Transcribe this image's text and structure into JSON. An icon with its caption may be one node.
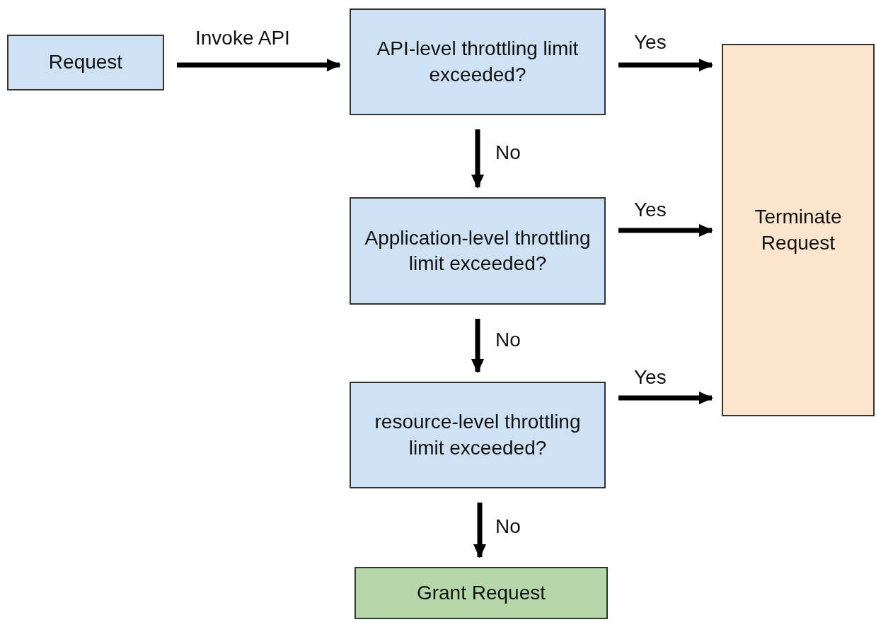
{
  "diagram": {
    "nodes": [
      {
        "text": [
          "Request"
        ]
      },
      {
        "text": [
          "API-level throttling limit exceeded?"
        ]
      },
      {
        "text": [
          "Application-level throttling limit exceeded?"
        ]
      },
      {
        "text": [
          "resource-level throttling limit exceeded?"
        ]
      },
      {
        "text": [
          "Grant Request"
        ]
      },
      {
        "text": [
          "Terminate Request"
        ]
      }
    ],
    "edges": [
      {
        "from": 0,
        "to": 1,
        "arrow": "to",
        "label": "Invoke API"
      },
      {
        "from": 1,
        "to": 5,
        "arrow": "to",
        "label": "Yes"
      },
      {
        "from": 1,
        "to": 2,
        "arrow": "to",
        "label": "No"
      },
      {
        "from": 2,
        "to": 5,
        "arrow": "to",
        "label": "Yes"
      },
      {
        "from": 2,
        "to": 3,
        "arrow": "to",
        "label": "No"
      },
      {
        "from": 3,
        "to": 5,
        "arrow": "to",
        "label": "Yes"
      },
      {
        "from": 3,
        "to": 4,
        "arrow": "to",
        "label": "No"
      }
    ]
  }
}
